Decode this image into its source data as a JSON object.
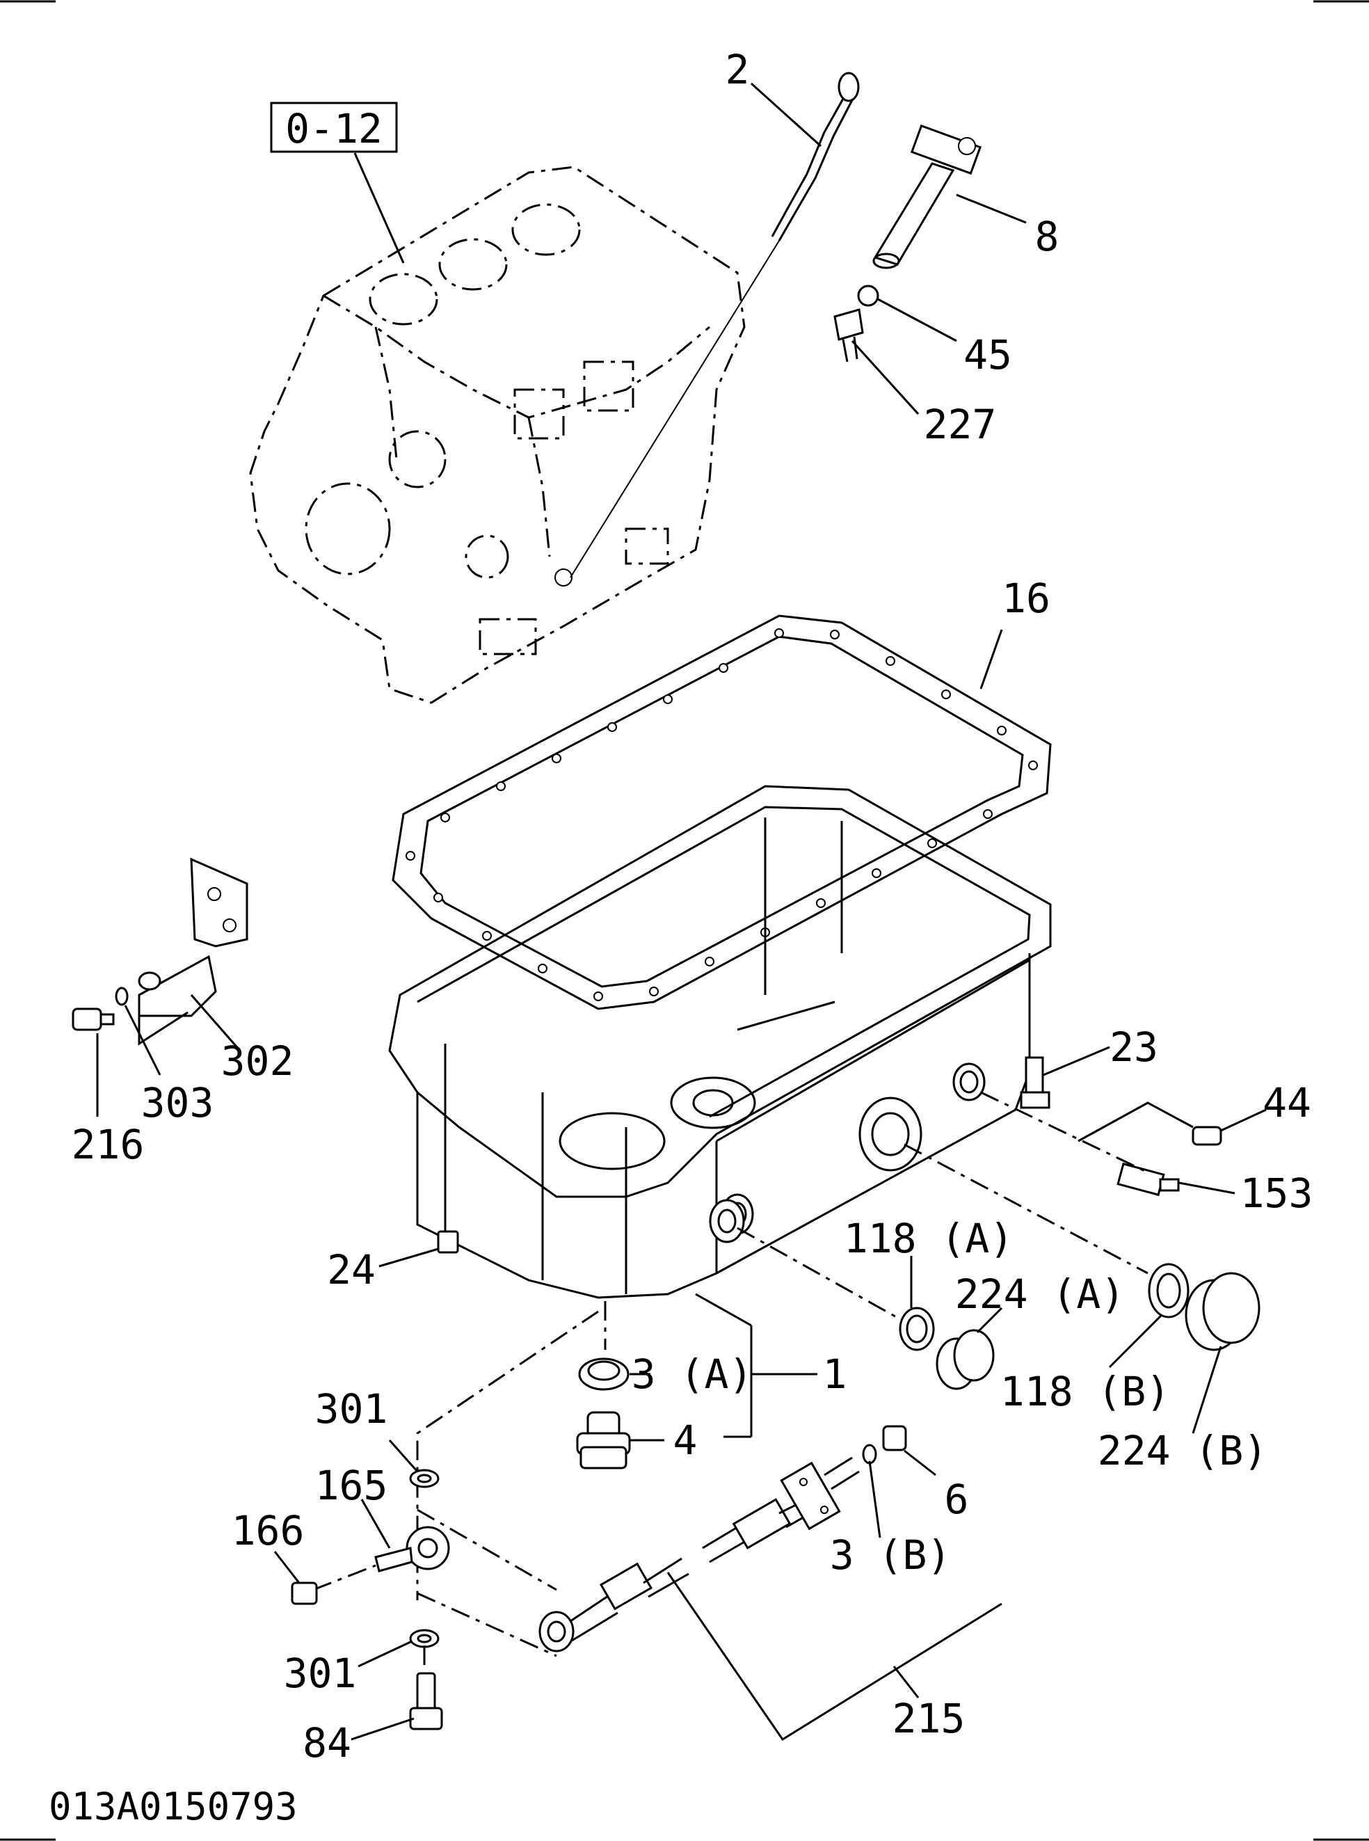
{
  "reference_box": "0-12",
  "document_code": "013A0150793",
  "parts": {
    "p1": "1",
    "p2": "2",
    "p3a": "3 (A)",
    "p3b": "3 (B)",
    "p4": "4",
    "p6": "6",
    "p8": "8",
    "p16": "16",
    "p23": "23",
    "p24": "24",
    "p44": "44",
    "p45": "45",
    "p84": "84",
    "p118a": "118 (A)",
    "p118b": "118 (B)",
    "p153": "153",
    "p165": "165",
    "p166": "166",
    "p215": "215",
    "p216": "216",
    "p224a": "224 (A)",
    "p224b": "224 (B)",
    "p227": "227",
    "p301a": "301",
    "p301b": "301",
    "p302": "302",
    "p303": "303"
  }
}
